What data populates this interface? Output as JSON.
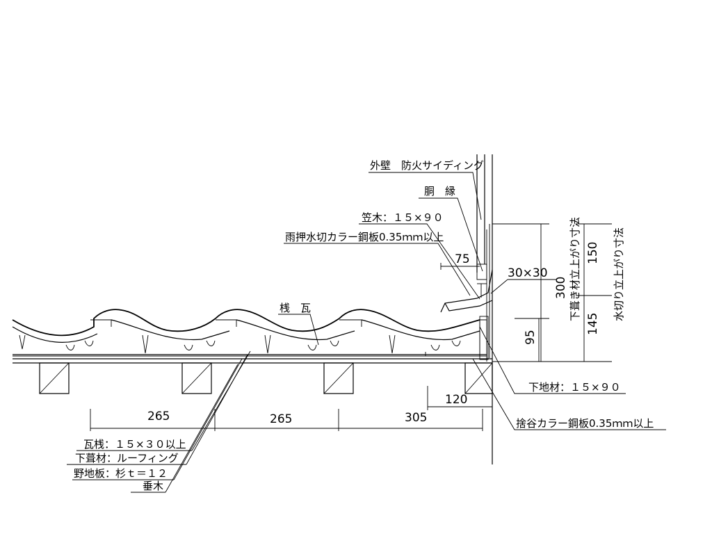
{
  "labels": {
    "exterior_wall": "外壁　防火サイディング",
    "belt_molding": "胴　縁",
    "kasagi": "笠木：１５×９０",
    "flashing": "雨押水切カラー鋼板0.35ｍｍ以上",
    "tile": "桟　瓦",
    "batten": "瓦桟：１５×３０以上",
    "underlay": "下葺材：ルーフィング",
    "sheathing": "野地板：杉ｔ＝１２",
    "rafter": "垂木",
    "base_member": "下地材：１５×９０",
    "valley_sheet": "捨谷カラー鋼板0.35ｍｍ以上",
    "underlay_rise": "下葺き材立上がり寸法",
    "flashing_rise": "水切り立上がり寸法"
  },
  "dimensions": {
    "d75": "75",
    "d30x30": "30×30",
    "d300": "300",
    "d150": "150",
    "d145": "145",
    "d95": "95",
    "d120": "120",
    "d265a": "265",
    "d265b": "265",
    "d305": "305"
  }
}
